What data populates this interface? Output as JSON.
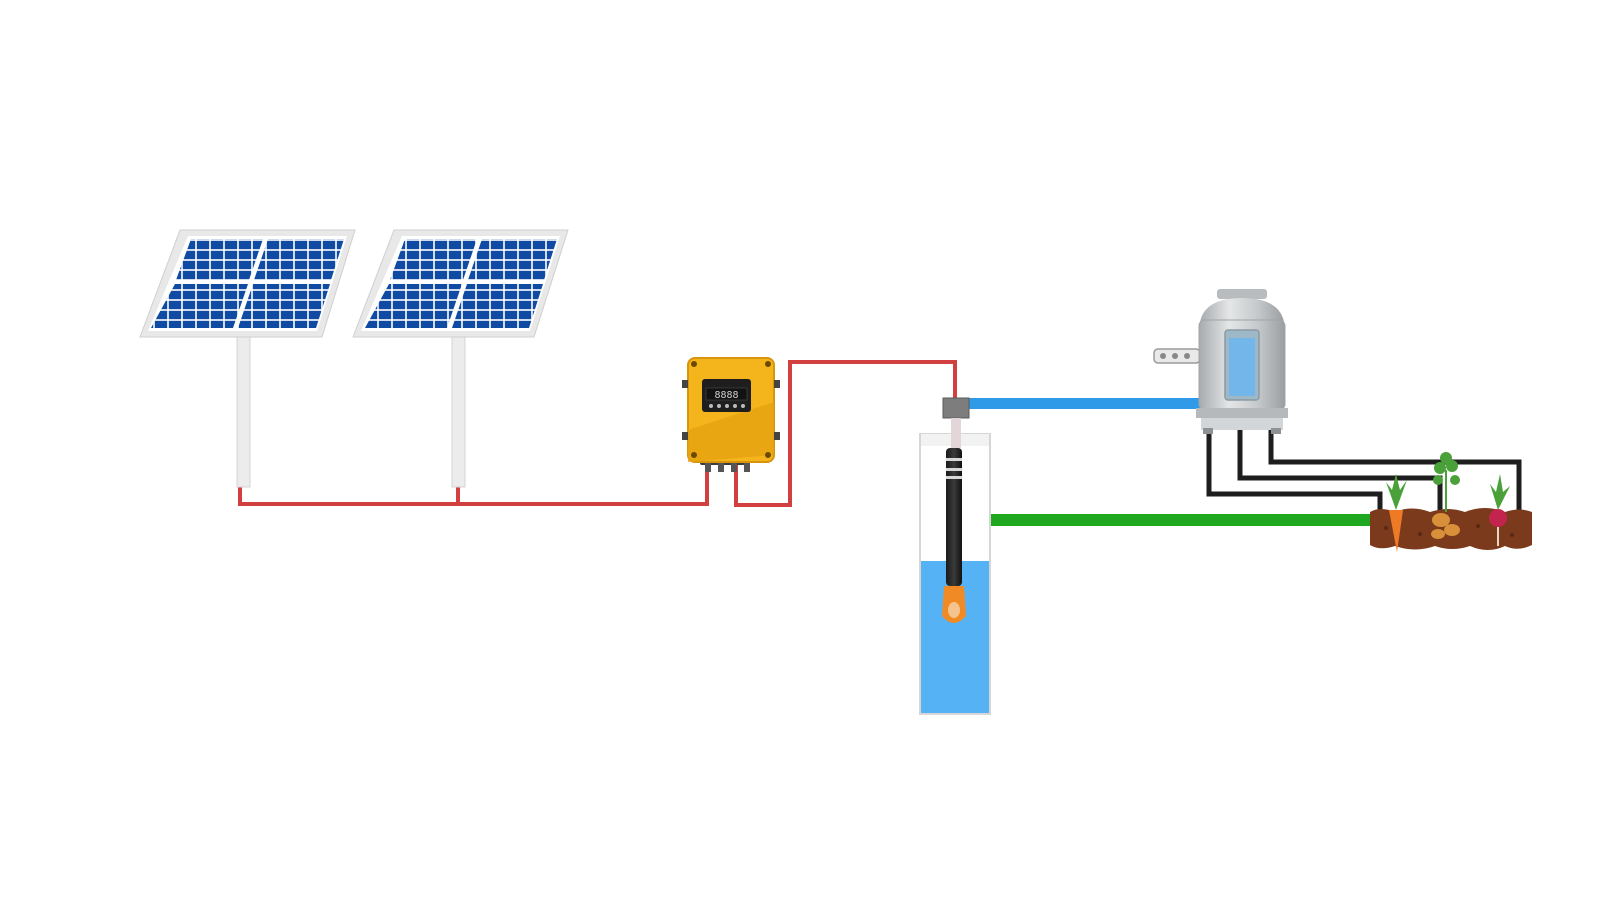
{
  "diagram": {
    "components": [
      {
        "name": "solar-panel",
        "count": 2,
        "icon": "solar-panel-icon"
      },
      {
        "name": "pump-controller",
        "icon": "controller-box-icon",
        "display_readout": "8888"
      },
      {
        "name": "borehole-well",
        "icon": "well-icon",
        "water_level_fraction": 0.55
      },
      {
        "name": "submersible-pump",
        "icon": "pump-icon"
      },
      {
        "name": "water-tank",
        "icon": "tank-icon"
      },
      {
        "name": "crop-field",
        "icon": "vegetables-icon"
      }
    ],
    "pipes": {
      "power_cable_color": "#d23f3f",
      "feed_pipe_color": "#2f9be8",
      "return_pipe_color": "#1fa71f",
      "drip_lines_color": "#1e1e1e",
      "drip_line_count": 3
    },
    "colors": {
      "panel_cell": "#0f4aa3",
      "panel_frame": "#e8e8e8",
      "controller_body": "#f4b41c",
      "water": "#55b3f5",
      "tank_body": "#c9ccce",
      "soil": "#7b3a1c",
      "carrot": "#ef7a25",
      "potato": "#d9903b",
      "radish": "#c3244e",
      "leaves": "#4aa13a"
    }
  }
}
